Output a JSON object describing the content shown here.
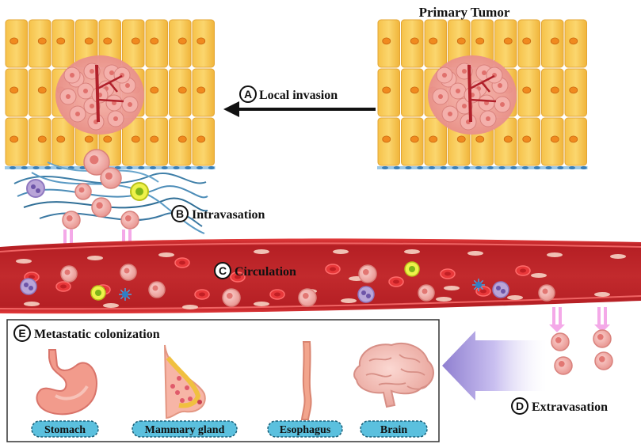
{
  "title": "Primary Tumor",
  "steps": [
    {
      "letter": "A",
      "label": "Local invasion"
    },
    {
      "letter": "B",
      "label": "Intravasation"
    },
    {
      "letter": "C",
      "label": "Circulation"
    },
    {
      "letter": "D",
      "label": "Extravasation"
    },
    {
      "letter": "E",
      "label": "Metastatic colonization"
    }
  ],
  "organs": [
    {
      "name": "Stomach",
      "icon": "stomach-icon"
    },
    {
      "name": "Mammary gland",
      "icon": "mammary-gland-icon"
    },
    {
      "name": "Esophagus",
      "icon": "esophagus-icon"
    },
    {
      "name": "Brain",
      "icon": "brain-icon"
    }
  ],
  "colors": {
    "epithelium": "#f5c651",
    "nucleus": "#f08a1f",
    "vessel": "#c9272b",
    "tumor": "#f2a4a0",
    "organ_tag": "#5bc0de",
    "arrow_pink": "#f4a9e8",
    "arrow_purple": "#9b8bd6"
  }
}
